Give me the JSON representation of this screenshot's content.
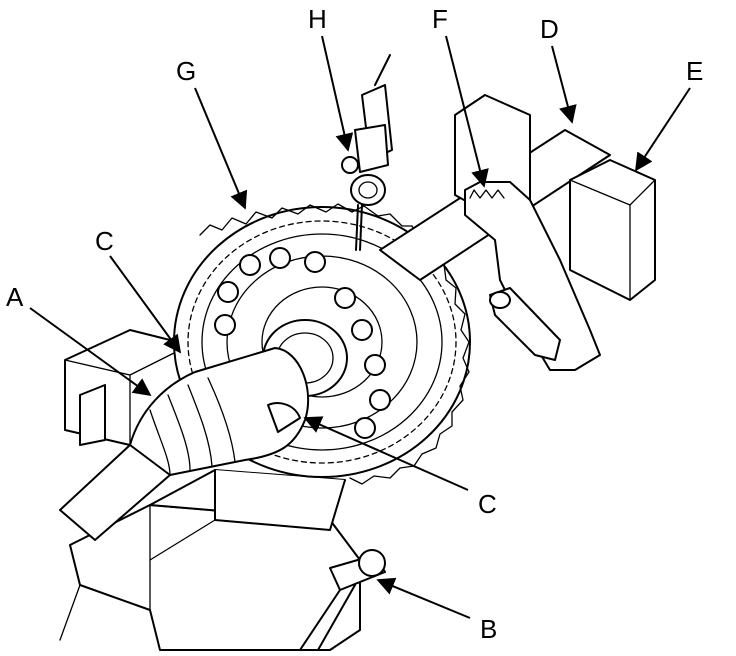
{
  "callouts": {
    "a": "A",
    "b": "B",
    "c_upper": "C",
    "c_lower": "C",
    "d": "D",
    "e": "E",
    "f": "F",
    "g": "G",
    "h": "H"
  },
  "colors": {
    "ink": "#000000",
    "paper": "#ffffff"
  }
}
